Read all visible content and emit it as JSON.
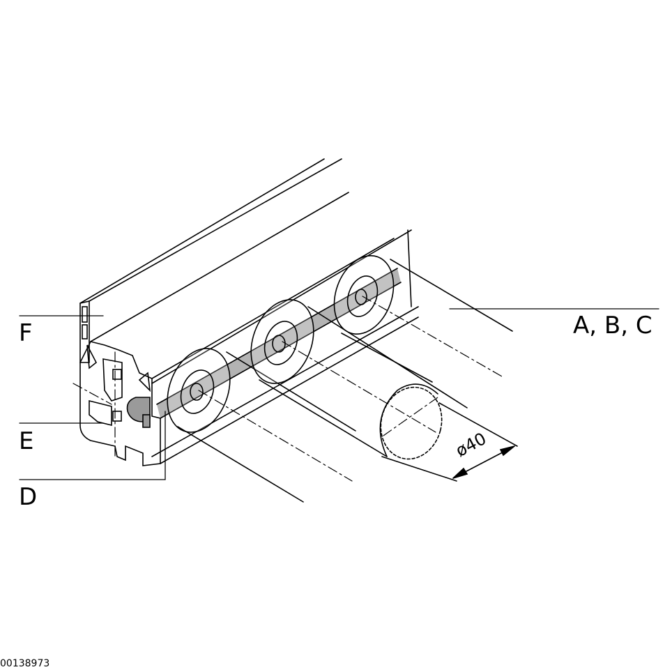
{
  "labels": {
    "f": "F",
    "e": "E",
    "d": "D",
    "abc": "A, B, C"
  },
  "dimension": "ø40",
  "drawing_number": "00138973",
  "colors": {
    "line": "#000000",
    "shade": "#9a9a9a",
    "background": "#ffffff"
  }
}
